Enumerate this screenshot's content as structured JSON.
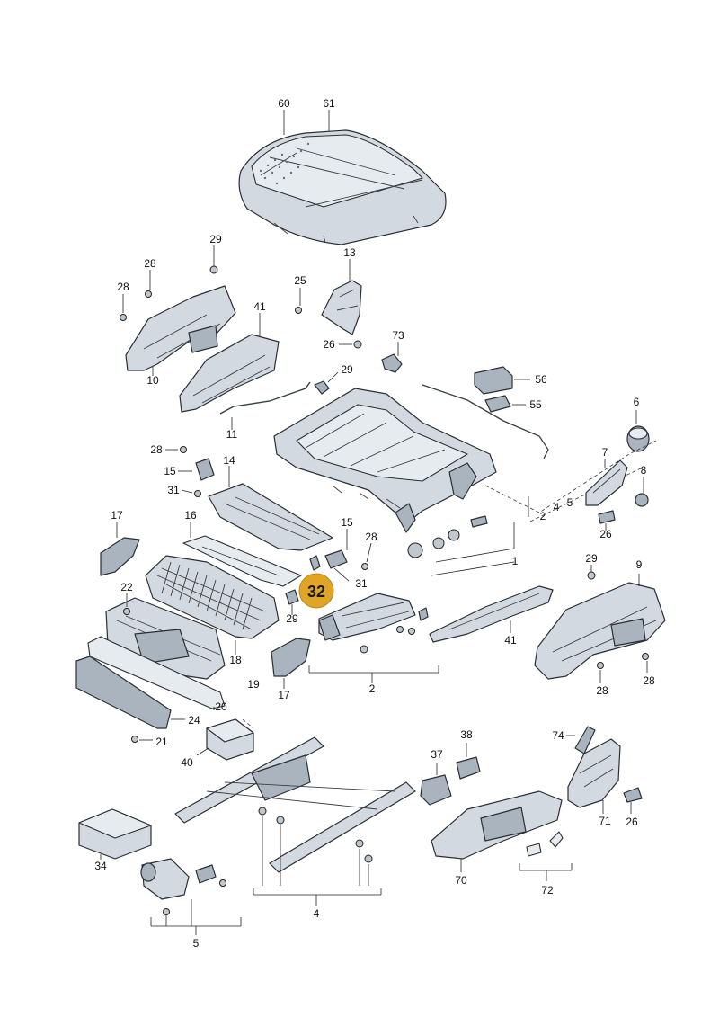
{
  "highlight": {
    "number": "32",
    "color": "#e0a526"
  },
  "colors": {
    "part_fill": "#d2d9e0",
    "part_shade": "#a9b4bf",
    "line": "#2b2f33"
  },
  "labels": {
    "l60": "60",
    "l61": "61",
    "l29a": "29",
    "l28a": "28",
    "l28b": "28",
    "l13": "13",
    "l25": "25",
    "l41a": "41",
    "l26a": "26",
    "l73": "73",
    "l10": "10",
    "l29b": "29",
    "l56": "56",
    "l55": "55",
    "l11": "11",
    "l6": "6",
    "l28c": "28",
    "l14": "14",
    "l15a": "15",
    "l7": "7",
    "l8": "8",
    "l31a": "31",
    "l5a": "5",
    "l4a": "4",
    "l2a": "2",
    "l26b": "26",
    "l17a": "17",
    "l16": "16",
    "l15b": "15",
    "l28d": "28",
    "l1": "1",
    "l31b": "31",
    "l29c": "29",
    "l9": "9",
    "l22": "22",
    "l29d": "29",
    "l41b": "41",
    "l18": "18",
    "l17b": "17",
    "l2b": "2",
    "l28e": "28",
    "l28f": "28",
    "l19": "19",
    "l20": "20",
    "l24": "24",
    "l21": "21",
    "l40": "40",
    "l38": "38",
    "l37": "37",
    "l74": "74",
    "l71": "71",
    "l26c": "26",
    "l34": "34",
    "l70": "70",
    "l72": "72",
    "l4b": "4",
    "l5b": "5"
  }
}
